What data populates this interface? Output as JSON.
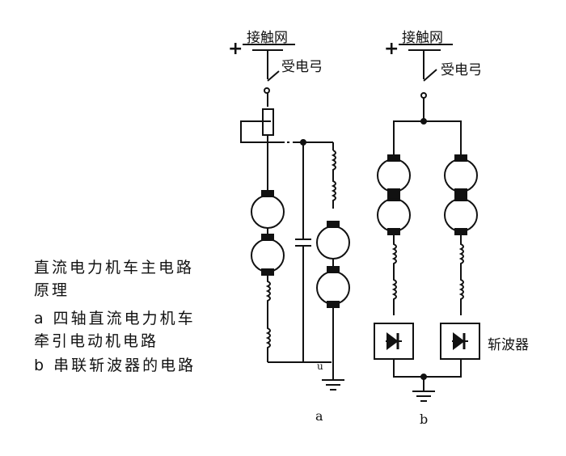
{
  "caption": {
    "title_line1": "直流电力机车主电路",
    "title_line2": "原理",
    "item_a_line1": "a 四轴直流电力机车",
    "item_a_line2": "牵引电动机电路",
    "item_b": "b 串联斩波器的电路"
  },
  "circuit_a": {
    "catenary": "接触网",
    "plus": "+",
    "pantograph": "受电弓",
    "node_mark": "u",
    "sublabel": "a"
  },
  "circuit_b": {
    "catenary": "接触网",
    "plus": "+",
    "pantograph": "受电弓",
    "chopper": "斩波器",
    "sublabel": "b"
  },
  "colors": {
    "ink": "#111111",
    "background": "#ffffff"
  }
}
